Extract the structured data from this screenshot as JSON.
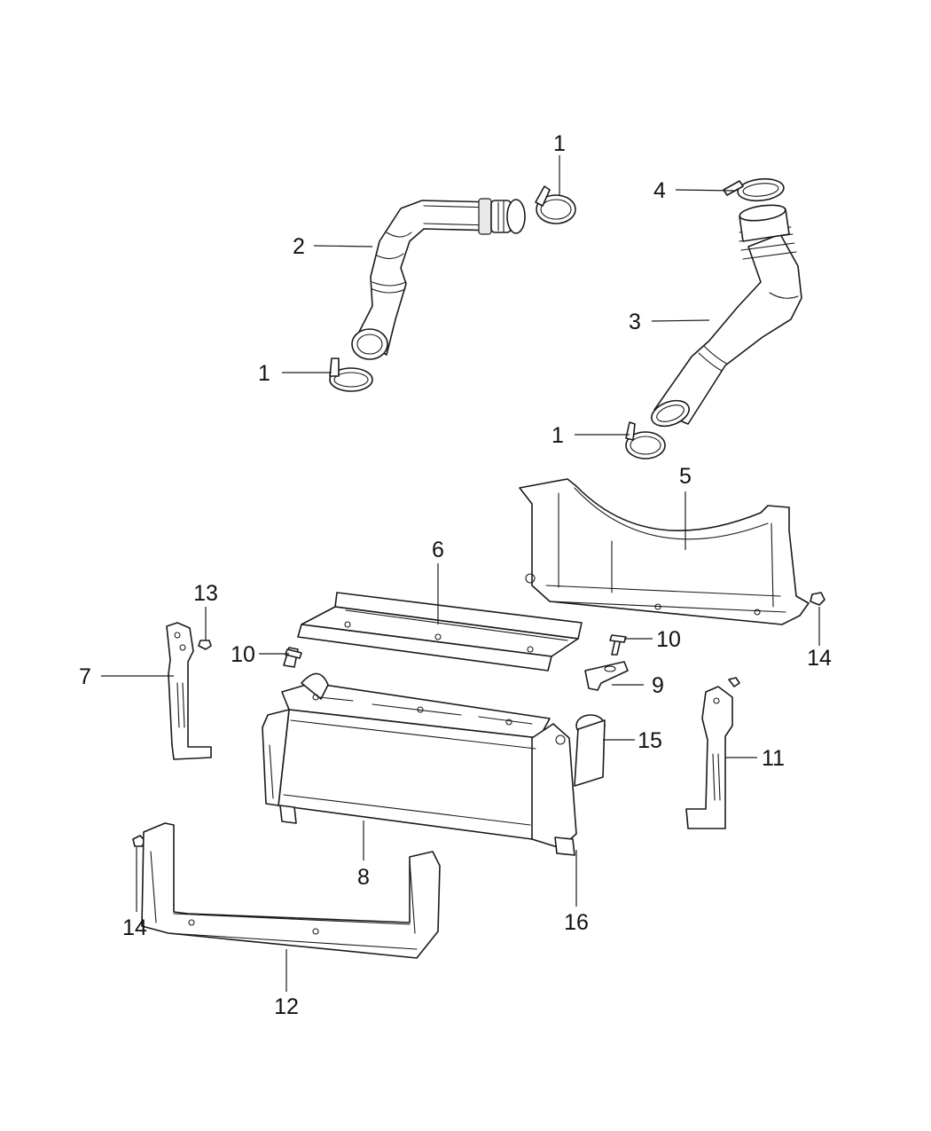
{
  "callouts": [
    {
      "id": "c1",
      "text": "1"
    },
    {
      "id": "c2",
      "text": "2"
    },
    {
      "id": "c3",
      "text": "1"
    },
    {
      "id": "c4",
      "text": "4"
    },
    {
      "id": "c5",
      "text": "3"
    },
    {
      "id": "c6",
      "text": "1"
    },
    {
      "id": "c7",
      "text": "5"
    },
    {
      "id": "c8",
      "text": "6"
    },
    {
      "id": "c9",
      "text": "13"
    },
    {
      "id": "c10",
      "text": "14"
    },
    {
      "id": "c11",
      "text": "10"
    },
    {
      "id": "c12",
      "text": "10"
    },
    {
      "id": "c13",
      "text": "7"
    },
    {
      "id": "c14",
      "text": "9"
    },
    {
      "id": "c15",
      "text": "15"
    },
    {
      "id": "c16",
      "text": "11"
    },
    {
      "id": "c17",
      "text": "8"
    },
    {
      "id": "c18",
      "text": "14"
    },
    {
      "id": "c19",
      "text": "16"
    },
    {
      "id": "c20",
      "text": "12"
    }
  ]
}
